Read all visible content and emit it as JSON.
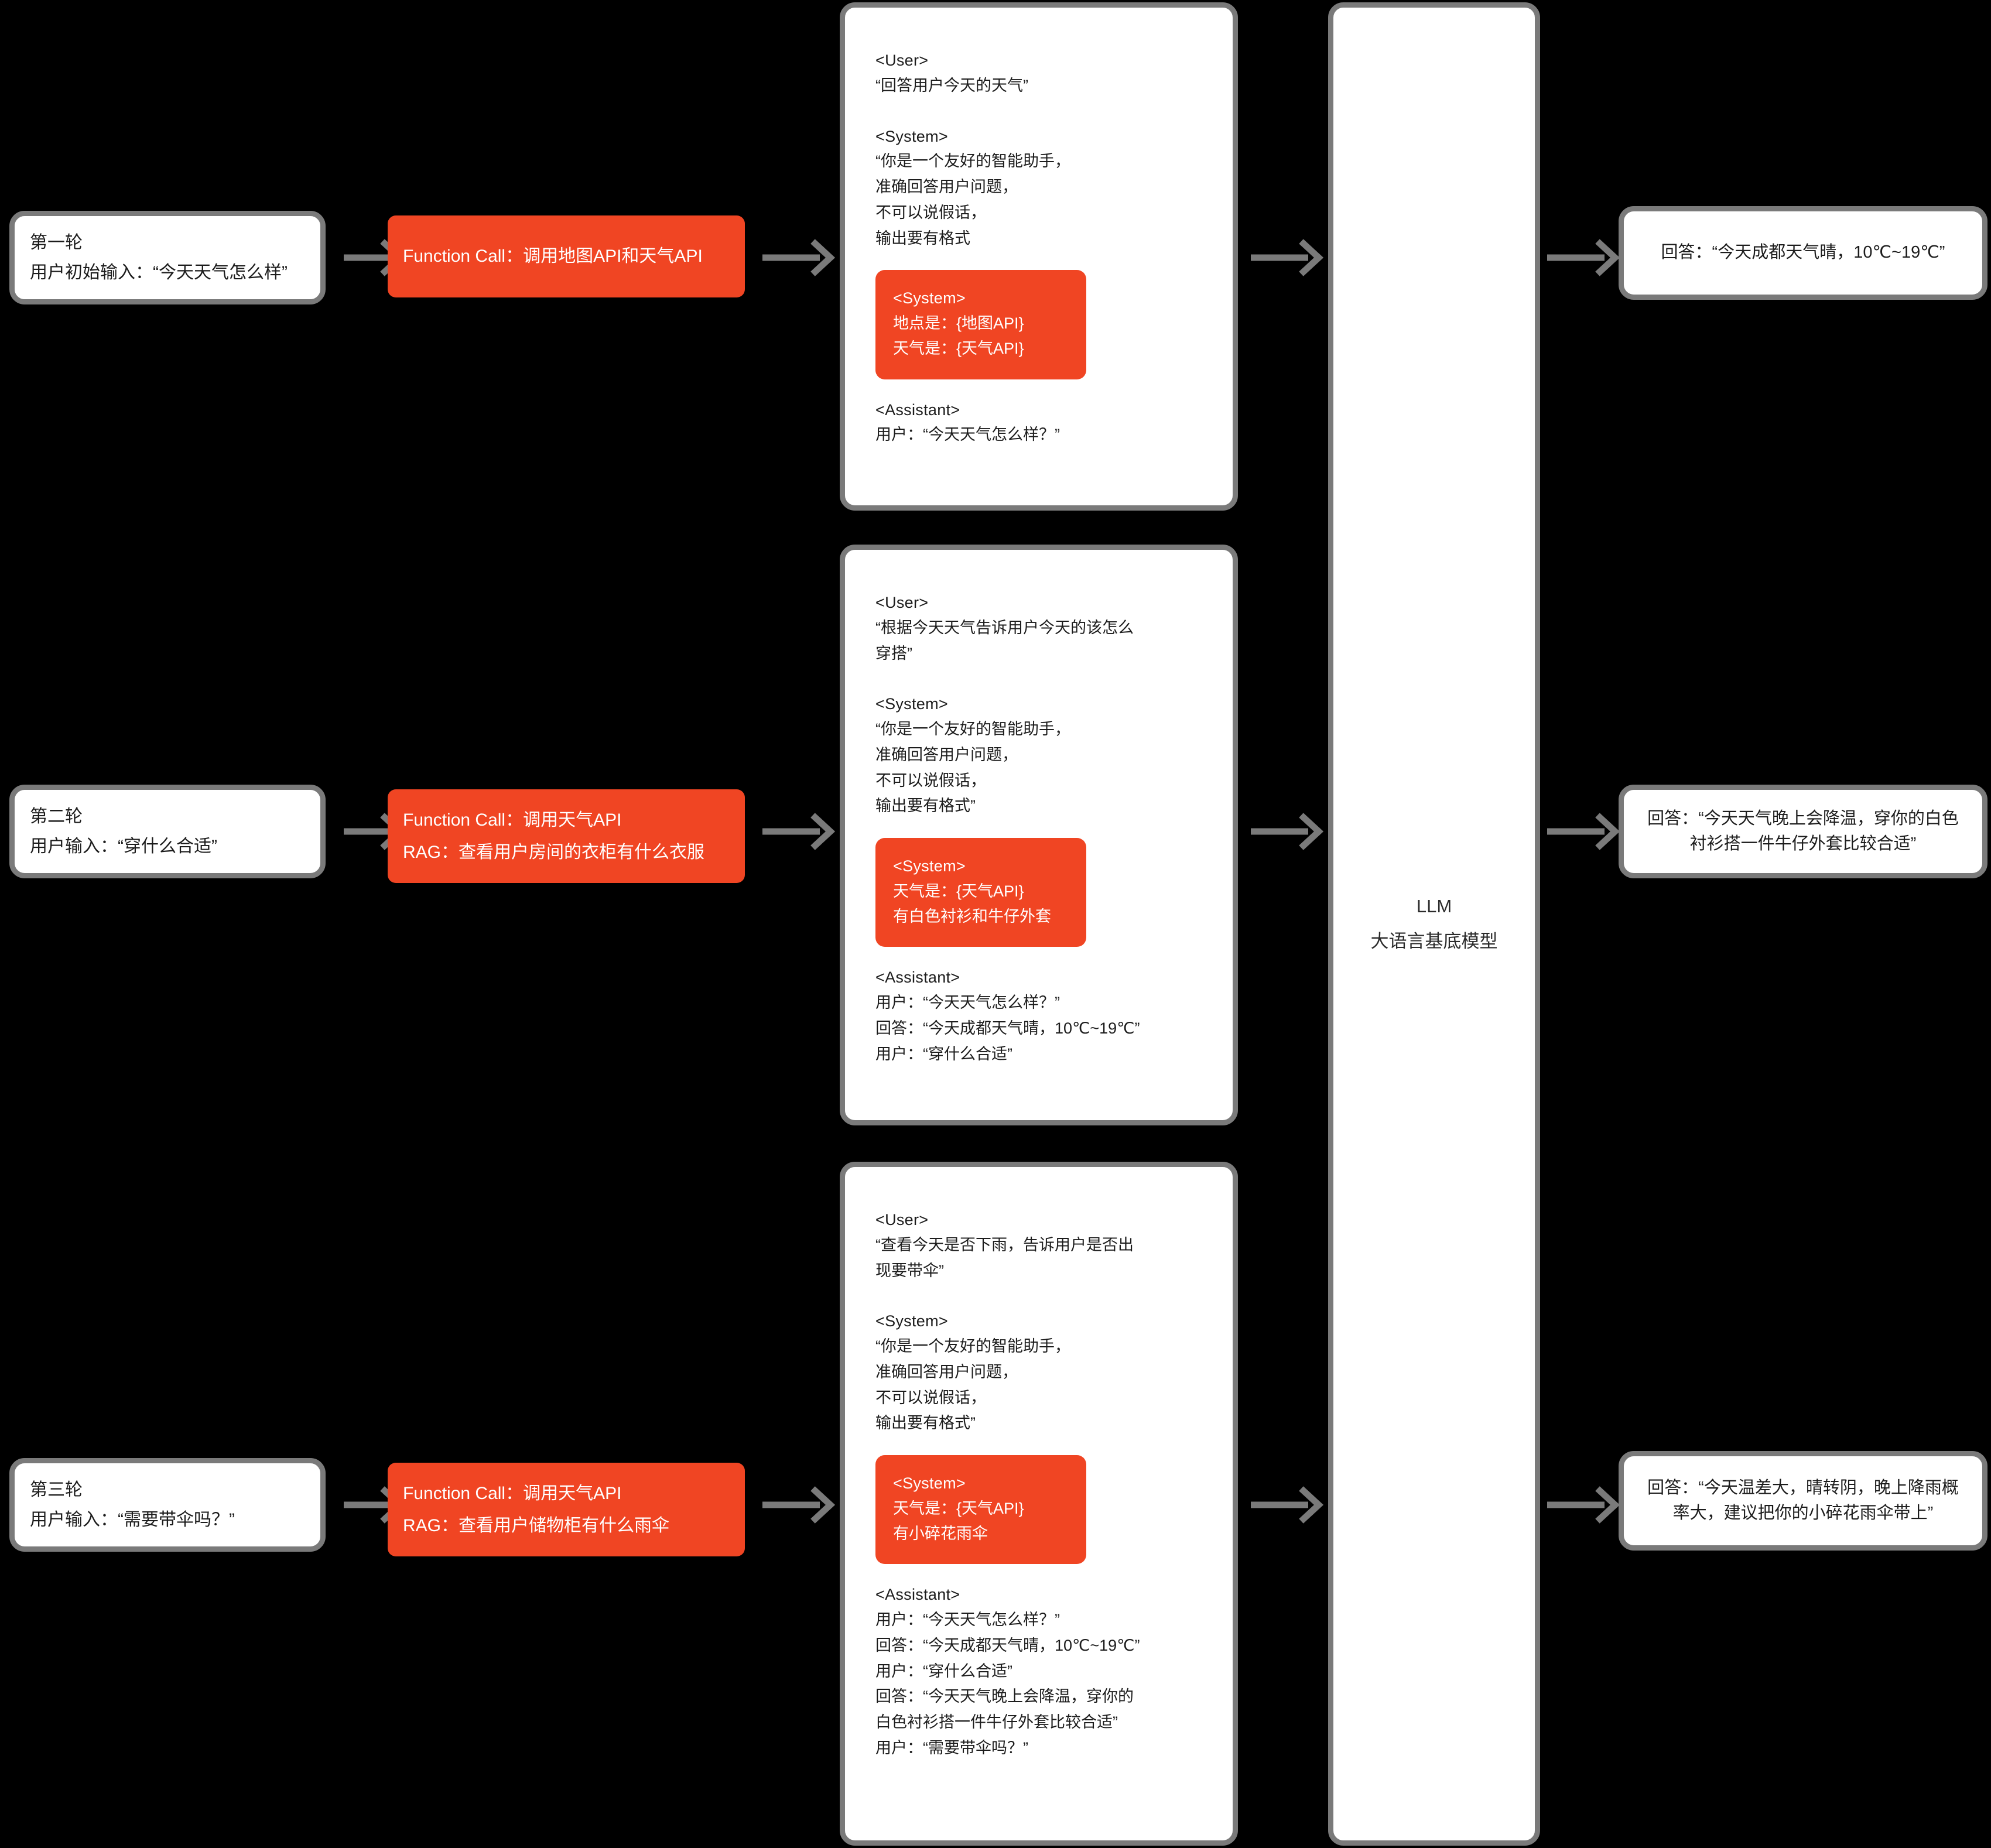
{
  "colors": {
    "accent": "#F04523",
    "border": "#7a7a7a",
    "text": "#1c1c1c",
    "background": "#000000",
    "card": "#ffffff"
  },
  "rounds": [
    {
      "input": {
        "round_label": "第一轮",
        "user_line": "用户初始输入：“今天天气怎么样”"
      },
      "function_call": {
        "lines": [
          "Function Call：调用地图API和天气API"
        ]
      },
      "prompt": {
        "user_role": "<User>",
        "user_text": "“回答用户今天的天气”",
        "system_role": "<System>",
        "system_text": "“你是一个友好的智能助手，\n准确回答用户问题，\n不可以说假话，\n输出要有格式",
        "injected_role": "<System>",
        "injected_text": "地点是：{地图API}\n天气是：{天气API}",
        "assistant_role": "<Assistant>",
        "assistant_text": "用户：“今天天气怎么样？”"
      },
      "answer": {
        "text": "回答：“今天成都天气晴，10℃~19℃”"
      }
    },
    {
      "input": {
        "round_label": "第二轮",
        "user_line": "用户输入：“穿什么合适”"
      },
      "function_call": {
        "lines": [
          "Function Call：调用天气API",
          "RAG：查看用户房间的衣柜有什么衣服"
        ]
      },
      "prompt": {
        "user_role": "<User>",
        "user_text": "“根据今天天气告诉用户今天的该怎么\n穿搭”",
        "system_role": "<System>",
        "system_text": "“你是一个友好的智能助手，\n准确回答用户问题，\n不可以说假话，\n输出要有格式”",
        "injected_role": "<System>",
        "injected_text": "天气是：{天气API}\n有白色衬衫和牛仔外套",
        "assistant_role": "<Assistant>",
        "assistant_text": "用户：“今天天气怎么样？”\n回答：“今天成都天气晴，10℃~19℃”\n用户：“穿什么合适”"
      },
      "answer": {
        "text": "回答：“今天天气晚上会降温，穿你的白色衬衫搭一件牛仔外套比较合适”"
      }
    },
    {
      "input": {
        "round_label": "第三轮",
        "user_line": "用户输入：“需要带伞吗？”"
      },
      "function_call": {
        "lines": [
          "Function Call：调用天气API",
          "RAG：查看用户储物柜有什么雨伞"
        ]
      },
      "prompt": {
        "user_role": "<User>",
        "user_text": "“查看今天是否下雨，告诉用户是否出\n现要带伞”",
        "system_role": "<System>",
        "system_text": "“你是一个友好的智能助手，\n准确回答用户问题，\n不可以说假话，\n输出要有格式”",
        "injected_role": "<System>",
        "injected_text": "天气是：{天气API}\n有小碎花雨伞",
        "assistant_role": "<Assistant>",
        "assistant_text": "用户：“今天天气怎么样？”\n回答：“今天成都天气晴，10℃~19℃”\n用户：“穿什么合适”\n回答：“今天天气晚上会降温，穿你的\n白色衬衫搭一件牛仔外套比较合适”\n用户：“需要带伞吗？”"
      },
      "answer": {
        "text": "回答：“今天温差大，晴转阴，晚上降雨概率大，建议把你的小碎花雨伞带上”"
      }
    }
  ],
  "llm": {
    "title": "LLM",
    "subtitle": "大语言基底模型"
  }
}
